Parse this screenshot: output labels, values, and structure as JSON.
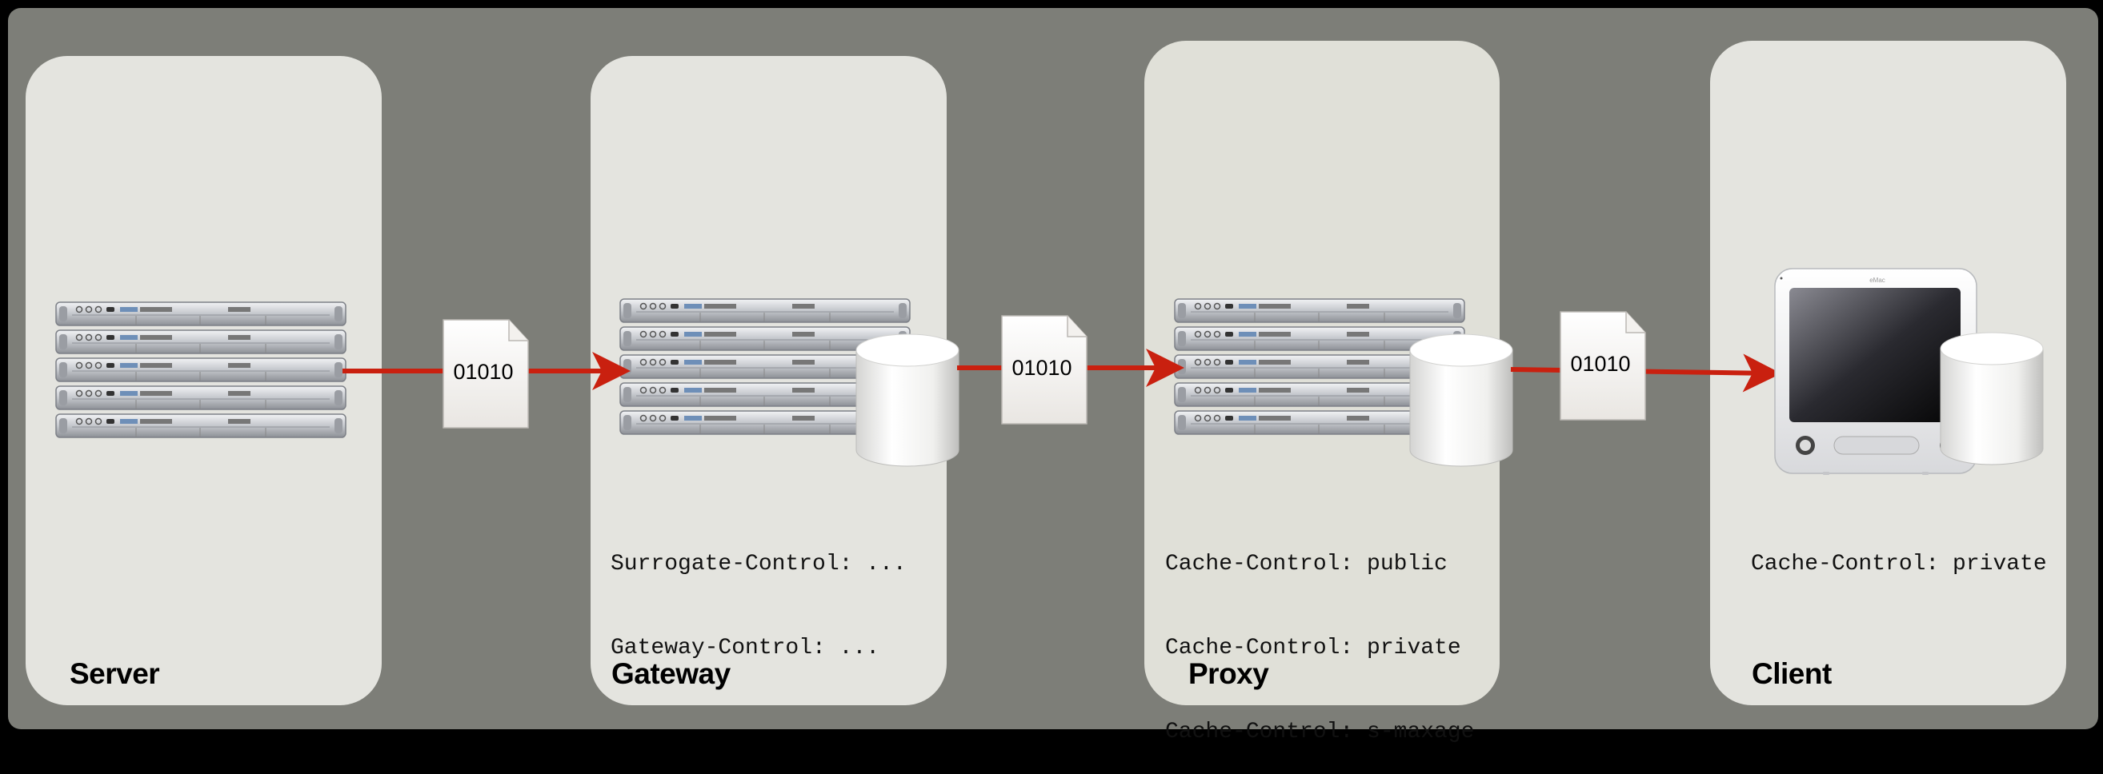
{
  "panels": [
    {
      "id": "server",
      "title": "Server",
      "headers": []
    },
    {
      "id": "gateway",
      "title": "Gateway",
      "headers": [
        "Surrogate-Control: ...",
        "Gateway-Control: ..."
      ]
    },
    {
      "id": "proxy",
      "title": "Proxy",
      "headers": [
        "Cache-Control: public",
        "Cache-Control: private",
        "Cache-Control: s-maxage"
      ]
    },
    {
      "id": "client",
      "title": "Client",
      "headers": [
        "Cache-Control: private"
      ]
    }
  ],
  "documents": [
    "01010",
    "01010",
    "01010"
  ],
  "monitor_brand": "eMac",
  "colors": {
    "arrow": "#c9200f",
    "panel": "#e4e4df",
    "background": "#7d7e78"
  }
}
